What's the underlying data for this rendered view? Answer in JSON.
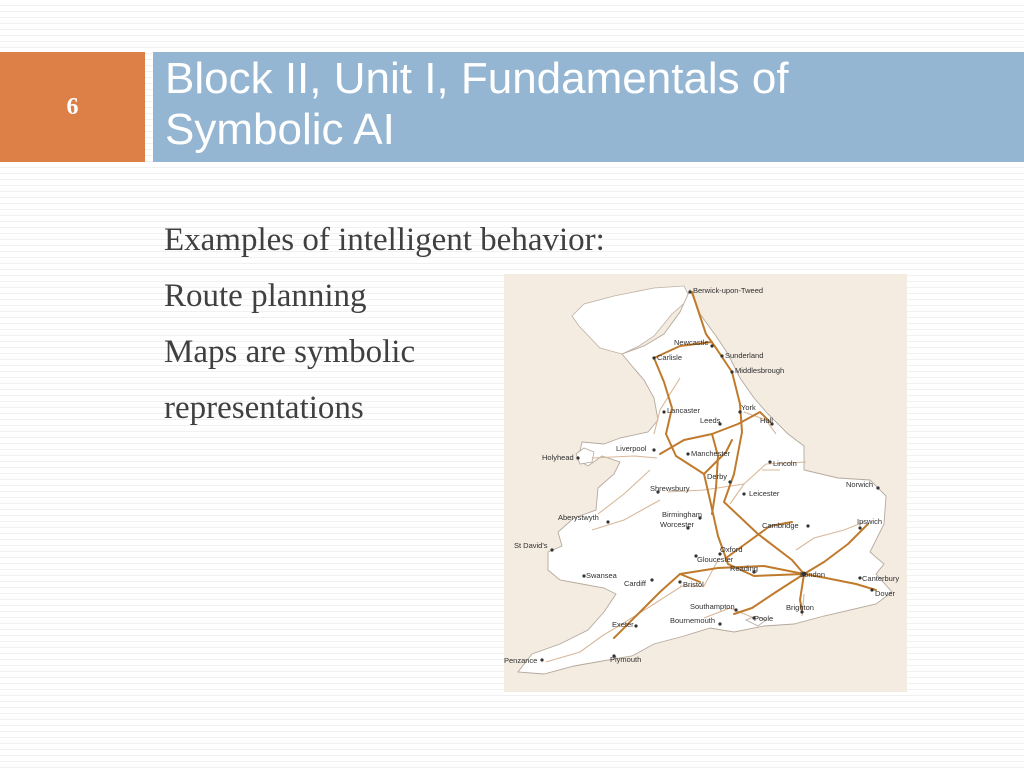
{
  "slide": {
    "number": "6",
    "title_line1": "Block II, Unit I, Fundamentals of",
    "title_line2": "Symbolic AI"
  },
  "body": {
    "lines": [
      "Examples of intelligent behavior:",
      "Route planning",
      "Maps are symbolic",
      "representations"
    ]
  },
  "map": {
    "towns": [
      "Berwick-upon-Tweed",
      "Newcastle",
      "Carlisle",
      "Sunderland",
      "Middlesbrough",
      "Lancaster",
      "York",
      "Leeds",
      "Hull",
      "Liverpool",
      "Holyhead",
      "Manchester",
      "Lincoln",
      "Derby",
      "Norwich",
      "Shrewsbury",
      "Leicester",
      "Aberystwyth",
      "Birmingham",
      "Worcester",
      "Cambridge",
      "Ipswich",
      "St David's",
      "Oxford",
      "Gloucester",
      "Reading",
      "Swansea",
      "Cardiff",
      "Bristol",
      "London",
      "Canterbury",
      "Dover",
      "Southampton",
      "Brighton",
      "Exeter",
      "Bournemouth",
      "Poole",
      "Penzance",
      "Plymouth"
    ]
  },
  "colors": {
    "number_box": "#dd8047",
    "title_bar": "#94b6d2",
    "body_text": "#404040",
    "map_background": "#f4ebe1",
    "land": "#ffffff",
    "major_road": "#c07a2c",
    "minor_road": "#d8b899"
  }
}
